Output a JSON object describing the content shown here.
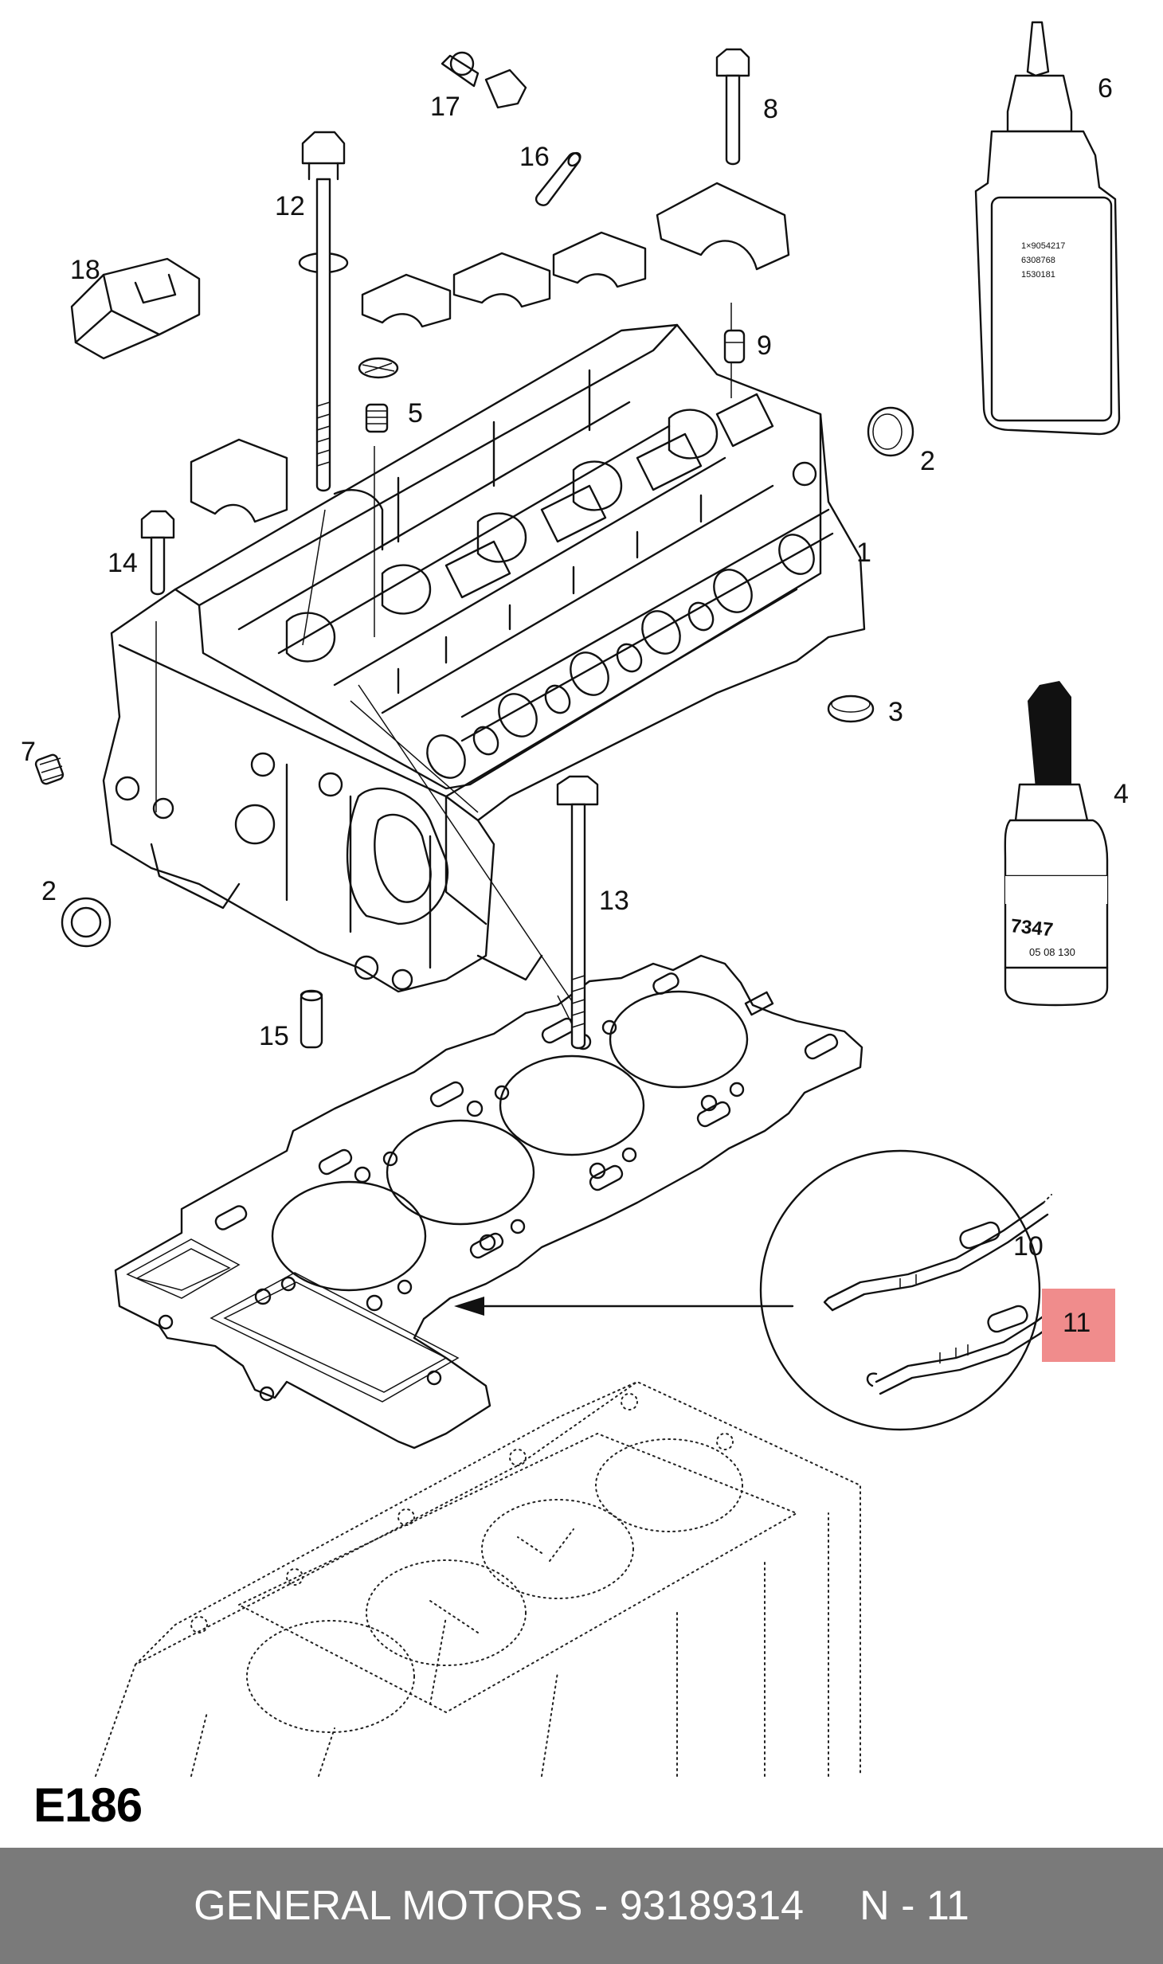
{
  "diagram_code": "E186",
  "footer": {
    "brand_part": "GENERAL MOTORS - 93189314",
    "ref": "N - 11"
  },
  "labels": {
    "l1": "1",
    "l2a": "2",
    "l2b": "2",
    "l3": "3",
    "l4": "4",
    "l5": "5",
    "l6": "6",
    "l7": "7",
    "l8": "8",
    "l9": "9",
    "l10": "10",
    "l11": "11",
    "l12": "12",
    "l13": "13",
    "l14": "14",
    "l15": "15",
    "l16": "16",
    "l17": "17",
    "l18": "18"
  },
  "highlight_color": "#f08c8c",
  "bottle_texts": {
    "bottle6_line1": "1×9054217",
    "bottle6_line2": "6308768",
    "bottle6_line3": "1530181",
    "bottle4_line1": "7347",
    "bottle4_line2": "05 08 130"
  }
}
